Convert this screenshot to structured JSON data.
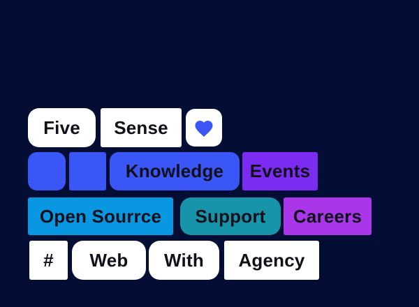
{
  "page": {
    "background_color": "#040e35",
    "text_color": "#10101a"
  },
  "colors": {
    "white": "#ffffff",
    "royal_blue": "#3b56f6",
    "violet": "#7c2cf2",
    "azure": "#0997e2",
    "teal": "#1894aa",
    "magenta_purple": "#a936e8"
  },
  "rows": {
    "row1": {
      "five": {
        "label": "Five",
        "bg": "#ffffff"
      },
      "sense": {
        "label": "Sense",
        "bg": "#ffffff"
      },
      "heart": {
        "icon": "heart-icon",
        "bg": "#ffffff",
        "icon_color": "#3b56f6"
      }
    },
    "row2": {
      "square1": {
        "bg": "#3b56f6"
      },
      "square2": {
        "bg": "#3b56f6"
      },
      "knowledge": {
        "label": "Knowledge",
        "bg": "#3b56f6"
      },
      "events": {
        "label": "Events",
        "bg": "#7c2cf2"
      }
    },
    "row3": {
      "open_source": {
        "label": "Open Sourrce",
        "bg": "#0997e2"
      },
      "support": {
        "label": "Support",
        "bg": "#1894aa"
      },
      "careers": {
        "label": "Careers",
        "bg": "#a936e8"
      }
    },
    "row4": {
      "hash": {
        "label": "#",
        "bg": "#ffffff"
      },
      "web": {
        "label": "Web",
        "bg": "#ffffff"
      },
      "with": {
        "label": "With",
        "bg": "#ffffff"
      },
      "agency": {
        "label": "Agency",
        "bg": "#ffffff"
      }
    }
  }
}
